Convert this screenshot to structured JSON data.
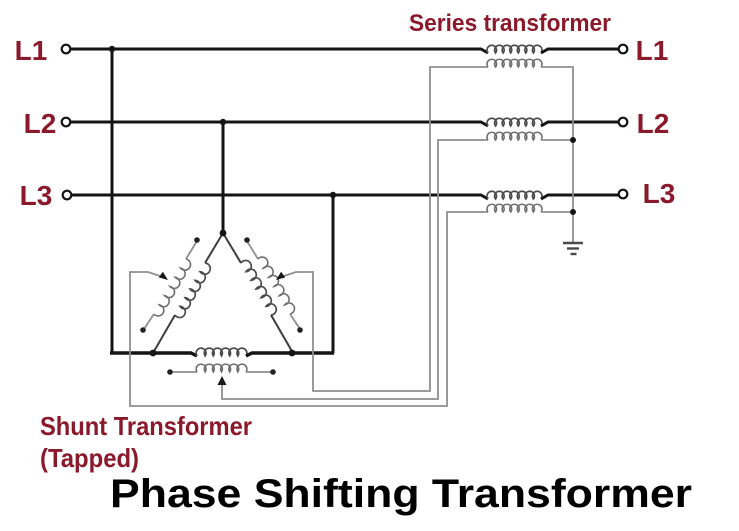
{
  "page_title": "Phase Shifting Transformer",
  "diagram": {
    "series_transformer_label": "Series transformer",
    "shunt_transformer_label_line1": "Shunt Transformer",
    "shunt_transformer_label_line2": "(Tapped)",
    "left_terminals": [
      "L1",
      "L2",
      "L3"
    ],
    "right_terminals": [
      "L1",
      "L2",
      "L3"
    ],
    "ground_symbol": "earth-ground",
    "tap_arrows_count": 3
  },
  "colors": {
    "label_red": "#8A1A2B",
    "line_black": "#141414",
    "leg_gray": "#3d3d3d",
    "wire_gray": "#8f8f8f",
    "coil_gray": "#6f6f6f",
    "ground_gray": "#4a4a4a",
    "title_black": "#000000",
    "background": "#ffffff"
  }
}
